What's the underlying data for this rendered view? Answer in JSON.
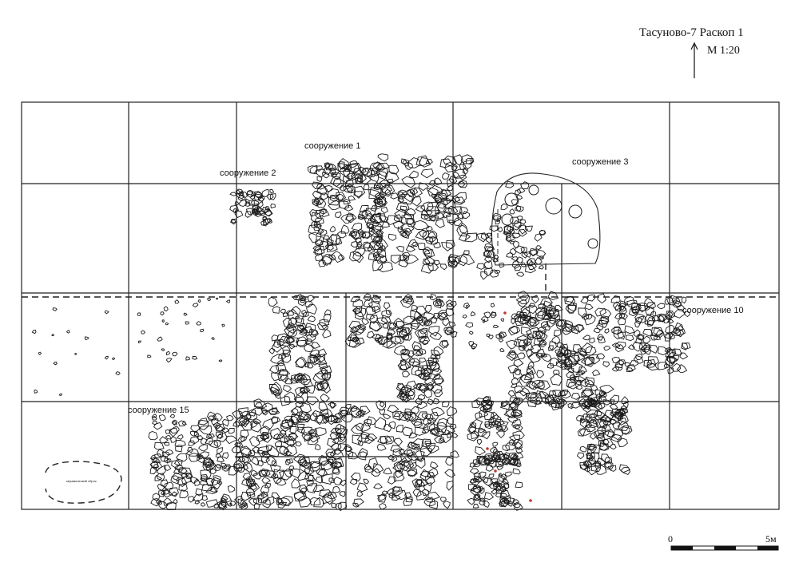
{
  "header": {
    "site_title": "Тасуново-7 Раскоп 1",
    "map_scale": "М 1:20"
  },
  "structures": [
    {
      "id": "s1",
      "label": "сооружение 1"
    },
    {
      "id": "s2",
      "label": "сооружение 2"
    },
    {
      "id": "s3",
      "label": "сооружение 3"
    },
    {
      "id": "s10",
      "label": "сооружение 10"
    },
    {
      "id": "s15",
      "label": "сооружение 15"
    }
  ],
  "ceramic_dump_label": "керамический сброс",
  "scale_bar": {
    "start": "0",
    "end": "5м"
  },
  "colors": {
    "ink": "#111111",
    "accent_red": "#c0392b"
  }
}
